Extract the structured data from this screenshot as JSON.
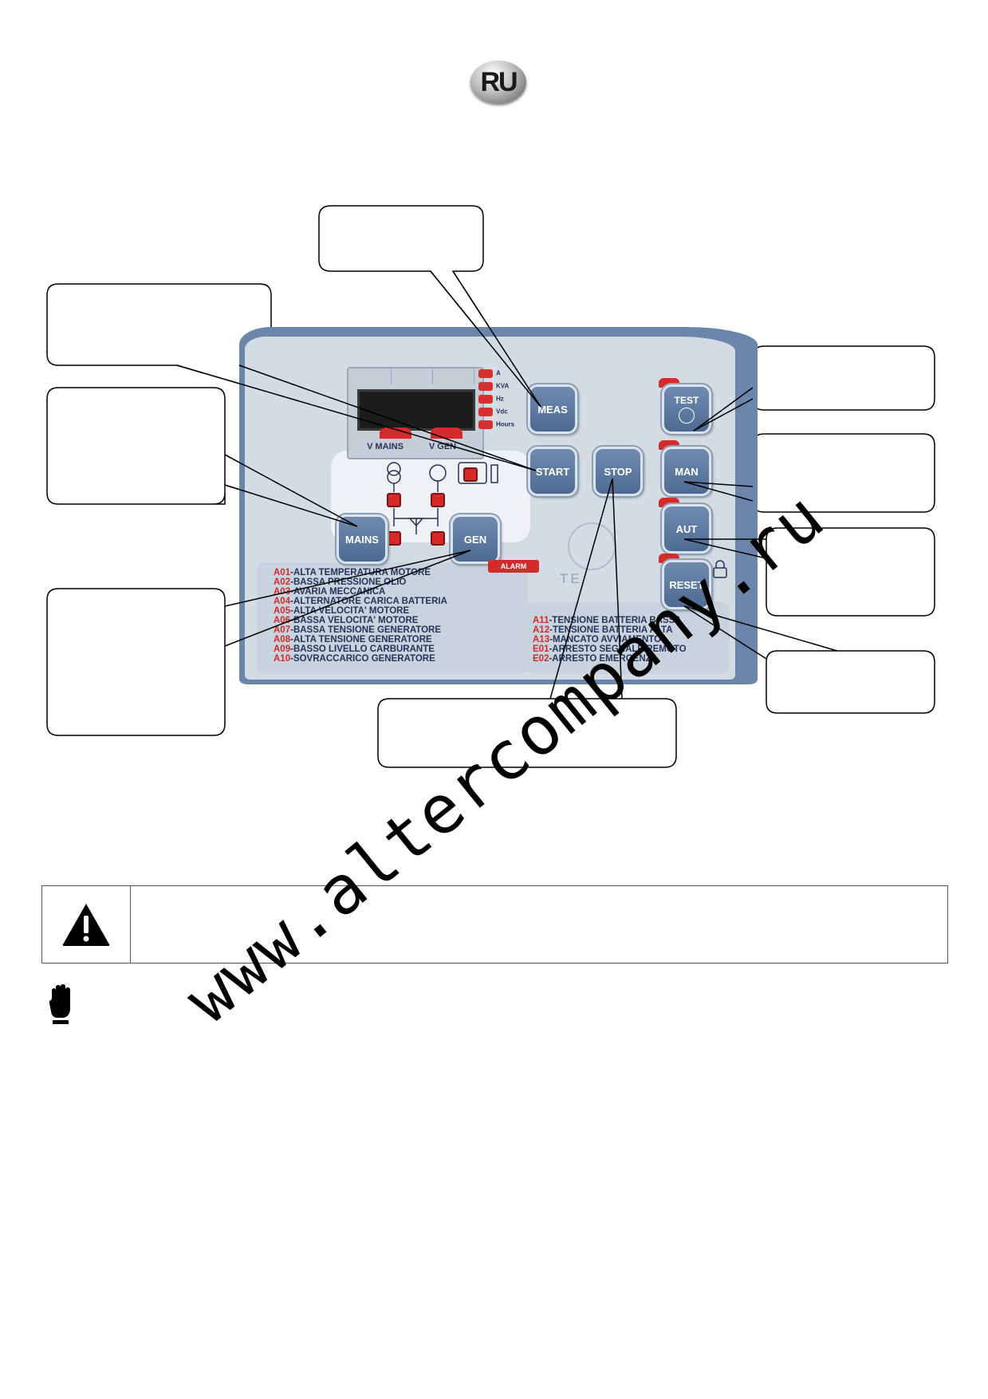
{
  "header": {
    "language_badge": "RU"
  },
  "display": {
    "labels": {
      "v_mains": "V MAINS",
      "v_gen": "V GEN"
    },
    "measure_leds": [
      "A",
      "KVA",
      "Hz",
      "Vdc",
      "Hours"
    ]
  },
  "buttons": {
    "meas": "MEAS",
    "start": "START",
    "stop": "STOP",
    "test": "TEST",
    "man": "MAN",
    "aut": "AUT",
    "reset": "RESET",
    "mains": "MAINS",
    "gen": "GEN"
  },
  "alarm_badge": "ALARM",
  "logo_fragment": "TE",
  "alarms_left": [
    {
      "code": "A01",
      "text": "-ALTA TEMPERATURA MOTORE"
    },
    {
      "code": "A02",
      "text": "-BASSA PRESSIONE OLIO"
    },
    {
      "code": "A03",
      "text": "-AVARIA MECCANICA"
    },
    {
      "code": "A04",
      "text": "-ALTERNATORE CARICA BATTERIA"
    },
    {
      "code": "A05",
      "text": "-ALTA VELOCITA' MOTORE"
    },
    {
      "code": "A06",
      "text": "-BASSA VELOCITA' MOTORE"
    },
    {
      "code": "A07",
      "text": "-BASSA TENSIONE GENERATORE"
    },
    {
      "code": "A08",
      "text": "-ALTA TENSIONE GENERATORE"
    },
    {
      "code": "A09",
      "text": "-BASSO LIVELLO CARBURANTE"
    },
    {
      "code": "A10",
      "text": "-SOVRACCARICO GENERATORE"
    }
  ],
  "alarms_right": [
    {
      "code": "A11",
      "text": "-TENSIONE BATTERIA BASSA"
    },
    {
      "code": "A12",
      "text": "-TENSIONE BATTERIA ALTA"
    },
    {
      "code": "A13",
      "text": "-MANCATO AVVIAMENTO"
    },
    {
      "code": "E01",
      "text": "-ARRESTO SEGNALE REMOTO"
    },
    {
      "code": "E02",
      "text": "-ARRESTO EMERGENZA"
    }
  ],
  "watermark": "www.altercompany.ru",
  "icons": {
    "warning": "warning-triangle-icon",
    "hand": "stop-hand-icon",
    "lock": "padlock-icon",
    "clock": "clock-icon"
  }
}
